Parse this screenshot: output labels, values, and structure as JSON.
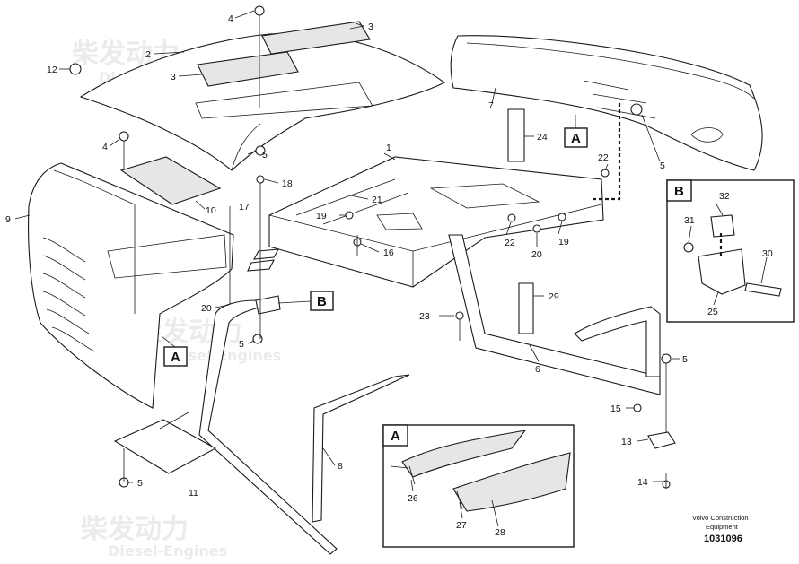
{
  "watermark": {
    "cn": "柴发动力",
    "en": "Diesel-Engines"
  },
  "footer": {
    "brand": "Volvo Construction",
    "brand2": "Equipment",
    "drawing_number": "1031096"
  },
  "detail_boxes": {
    "a": "A",
    "b": "B"
  },
  "callouts": {
    "c1": "1",
    "c2": "2",
    "c3a": "3",
    "c3b": "3",
    "c4a": "4",
    "c4b": "4",
    "c5a": "5",
    "c5b": "5",
    "c5c": "5",
    "c5d": "5",
    "c5e": "5",
    "c6": "6",
    "c7": "7",
    "c8": "8",
    "c9": "9",
    "c10": "10",
    "c11": "11",
    "c12": "12",
    "c13": "13",
    "c14": "14",
    "c15": "15",
    "c16": "16",
    "c17": "17",
    "c18": "18",
    "c19a": "19",
    "c19b": "19",
    "c20a": "20",
    "c20b": "20",
    "c21": "21",
    "c22a": "22",
    "c22b": "22",
    "c23": "23",
    "c24": "24",
    "c25": "25",
    "c26": "26",
    "c27": "27",
    "c28": "28",
    "c29": "29",
    "c30": "30",
    "c31": "31",
    "c32": "32"
  }
}
